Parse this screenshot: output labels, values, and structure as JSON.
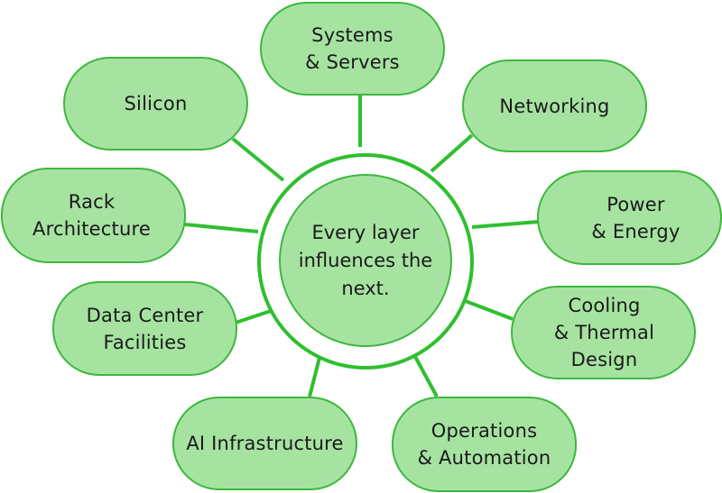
{
  "colors": {
    "node_fill": "#a6e3a1",
    "node_border": "#3cb83c",
    "connector": "#2fbf2f",
    "hub_ring": "#2fbf2f",
    "text": "#1a1a1a"
  },
  "hub": {
    "lines": [
      "Every layer",
      "influences the",
      "next."
    ]
  },
  "nodes": [
    {
      "id": "systems-servers",
      "lines": [
        "Systems",
        "& Servers"
      ]
    },
    {
      "id": "networking",
      "lines": [
        "Networking"
      ]
    },
    {
      "id": "power-energy",
      "lines": [
        "Power",
        "& Energy"
      ]
    },
    {
      "id": "cooling-thermal",
      "lines": [
        "Cooling",
        "& Thermal",
        "Design"
      ]
    },
    {
      "id": "operations-automation",
      "lines": [
        "Operations",
        "& Automation"
      ]
    },
    {
      "id": "ai-infrastructure",
      "lines": [
        "AI Infrastructure"
      ]
    },
    {
      "id": "data-center-facilities",
      "lines": [
        "Data Center",
        "Facilities"
      ]
    },
    {
      "id": "rack-architecture",
      "lines": [
        "Rack",
        "Architecture"
      ]
    },
    {
      "id": "silicon",
      "lines": [
        "Silicon"
      ]
    }
  ]
}
